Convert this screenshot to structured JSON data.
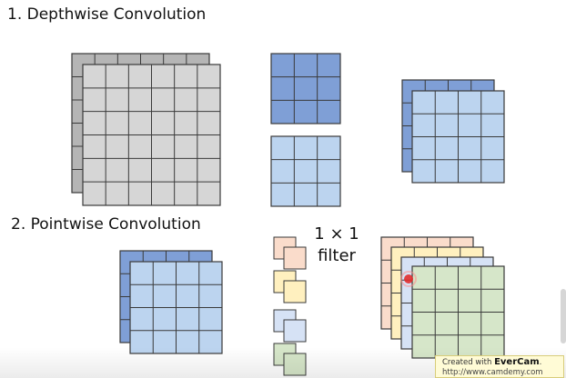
{
  "headings": {
    "depthwise": "1. Depthwise Convolution",
    "pointwise": "2. Pointwise Convolution"
  },
  "filter_label": {
    "line1": "1 × 1",
    "line2": "filter"
  },
  "watermark": {
    "prefix": "Created with ",
    "brand": "EverCam",
    "suffix": ".",
    "url": "http://www.camdemy.com"
  },
  "colors": {
    "gray_back": "#b5b5b5",
    "gray_front": "#d6d6d6",
    "blue_dark": "#7f9fd6",
    "blue_light": "#bcd4ef",
    "peach": "#fadccb",
    "yellow": "#fff0bf",
    "pale_blue": "#d6e2f5",
    "green": "#d6e6c9",
    "grid_line": "#3a3a3a",
    "laser_dot": "#e22d2d"
  }
}
